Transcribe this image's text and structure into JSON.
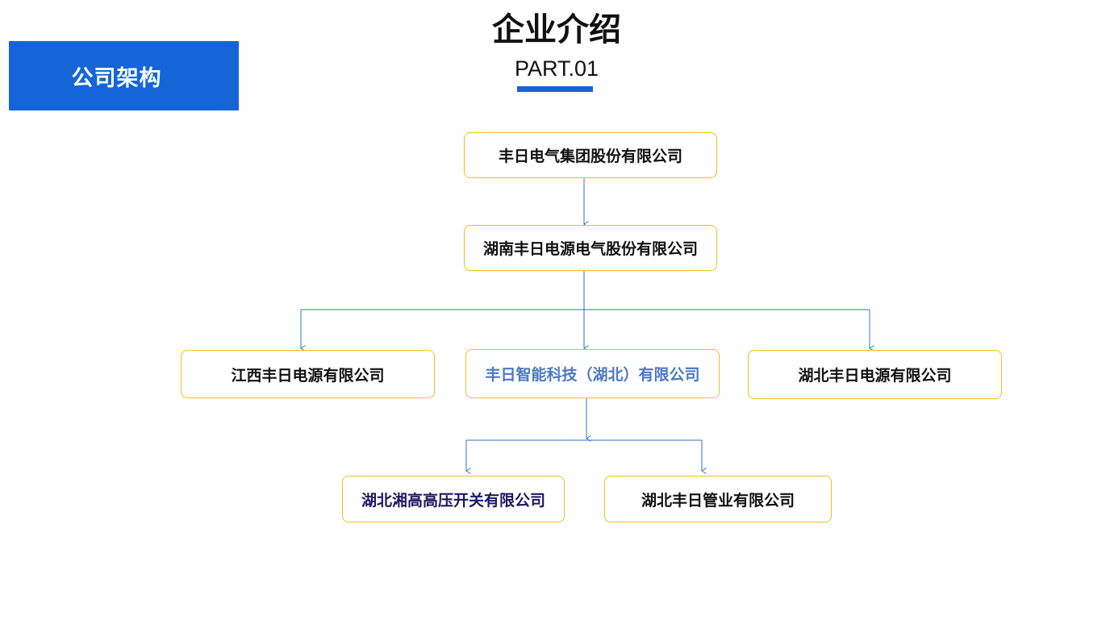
{
  "section_tag": "公司架构",
  "header": {
    "title": "企业介绍",
    "subtitle": "PART.01",
    "accent_color": "#1565d8"
  },
  "org_chart": {
    "border_color": "#f0c020",
    "line_color": "#2e75c8",
    "nodes": {
      "group": "丰日电气集团股份有限公司",
      "hunan": "湖南丰日电源电气股份有限公司",
      "jiangxi": "江西丰日电源有限公司",
      "smart_tech": "丰日智能科技（湖北）有限公司",
      "hubei_power": "湖北丰日电源有限公司",
      "xiang_gao": "湖北湘高高压开关有限公司",
      "pipe": "湖北丰日管业有限公司"
    },
    "edges": [
      [
        "group",
        "hunan"
      ],
      [
        "hunan",
        "jiangxi"
      ],
      [
        "hunan",
        "smart_tech"
      ],
      [
        "hunan",
        "hubei_power"
      ],
      [
        "smart_tech",
        "xiang_gao"
      ],
      [
        "smart_tech",
        "pipe"
      ]
    ]
  }
}
